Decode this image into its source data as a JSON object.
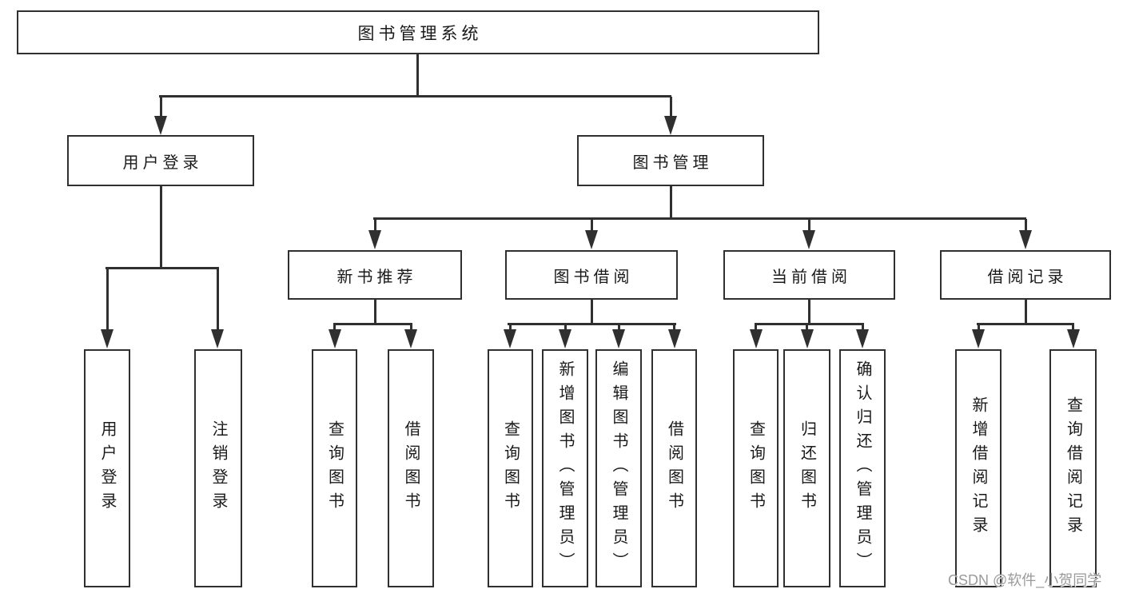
{
  "tree": {
    "root": "图书管理系统",
    "children": [
      {
        "label": "用户登录",
        "children": [
          "用户登录",
          "注销登录"
        ]
      },
      {
        "label": "图书管理",
        "children": [
          {
            "label": "新书推荐",
            "children": [
              "查询图书",
              "借阅图书"
            ]
          },
          {
            "label": "图书借阅",
            "children": [
              "查询图书",
              "新增图书（管理员）",
              "编辑图书（管理员）",
              "借阅图书"
            ]
          },
          {
            "label": "当前借阅",
            "children": [
              "查询图书",
              "归还图书",
              "确认归还（管理员）"
            ]
          },
          {
            "label": "借阅记录",
            "children": [
              "新增借阅记录",
              "查询借阅记录"
            ]
          }
        ]
      }
    ]
  },
  "watermark": "CSDN @软件_小贺同学",
  "colors": {
    "line": "#303030",
    "text": "#1a1a1a",
    "watermark": "#9a9a9a",
    "background": "#ffffff"
  }
}
